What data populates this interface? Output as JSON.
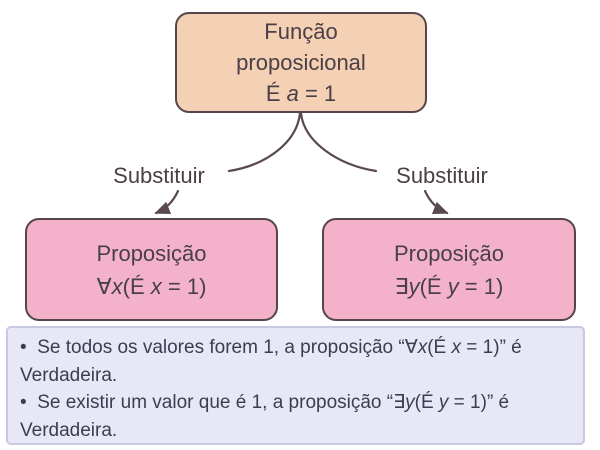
{
  "colors": {
    "peach": "#f4d0b5",
    "pink": "#f3b2ca",
    "lavender": "#e7e7f5",
    "border-dark": "#564649",
    "note-border": "#c6c9e0",
    "line": "#5a4a4d",
    "text-dark": "#4a3f46",
    "note-text": "#3d3c52"
  },
  "top_box": {
    "line1": "Função",
    "line2": "proposicional",
    "formula": {
      "s0": "É ",
      "s1": "a",
      "s2": " = 1"
    }
  },
  "edge_labels": {
    "left": "Substituir",
    "right": "Substituir"
  },
  "left_box": {
    "title": "Proposição",
    "formula": {
      "s0": "∀",
      "s1": "x",
      "s2": "(É ",
      "s3": "x",
      "s4": " = 1)"
    }
  },
  "right_box": {
    "title": "Proposição",
    "formula": {
      "s0": "∃",
      "s1": "y",
      "s2": "(É ",
      "s3": "y",
      "s4": " = 1)"
    }
  },
  "note": {
    "bullet1": {
      "l1": {
        "s0": "•  Se todos os valores forem 1, a proposição “∀",
        "s1": "x",
        "s2": "(É ",
        "s3": "x",
        "s4": " = 1)” é"
      },
      "l2": "Verdadeira."
    },
    "bullet2": {
      "l1": {
        "s0": "•  Se existir um valor que é 1, a proposição “∃",
        "s1": "y",
        "s2": "(É ",
        "s3": "y",
        "s4": " = 1)” é"
      },
      "l2": "Verdadeira."
    }
  }
}
